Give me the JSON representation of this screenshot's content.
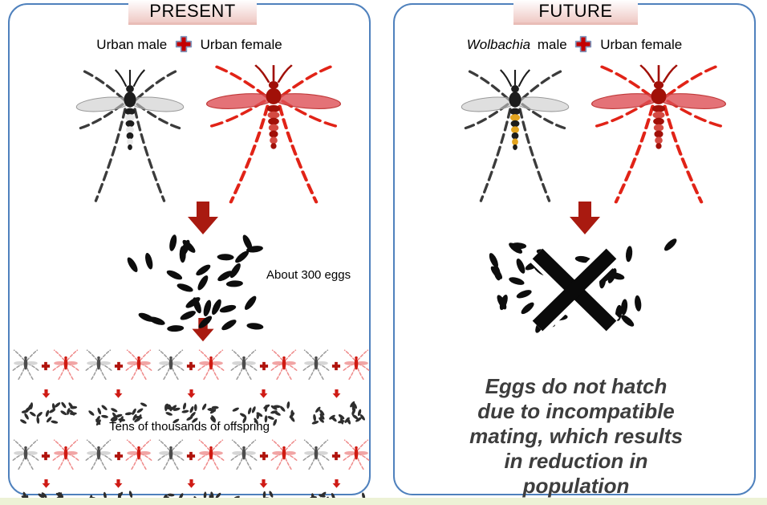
{
  "present": {
    "title": "PRESENT",
    "male_label": "Urban male",
    "female_label": "Urban female",
    "eggs_caption": "About 300 eggs",
    "offspring_caption": "Tens of thousands of offspring"
  },
  "future": {
    "title": "FUTURE",
    "male_species": "Wolbachia",
    "male_label_rest": "male",
    "female_label": "Urban female",
    "outcome_lines": [
      "Eggs do not hatch",
      "due to incompatible",
      "mating, which results",
      "in reduction in",
      "population"
    ]
  },
  "colors": {
    "panel_border": "#4f81bd",
    "title_gradient_bottom": "#efc9c5",
    "arrow_dark_red": "#a91a10",
    "small_arrow_red": "#cf1b15",
    "plus_fill": "#c40000",
    "plus_outline": "#7f97bd",
    "egg_black": "#0d0d0d",
    "small_egg_gray": "#2e2e2e",
    "outcome_text": "#3d3d3d",
    "footer_strip": "#edf2d6"
  }
}
